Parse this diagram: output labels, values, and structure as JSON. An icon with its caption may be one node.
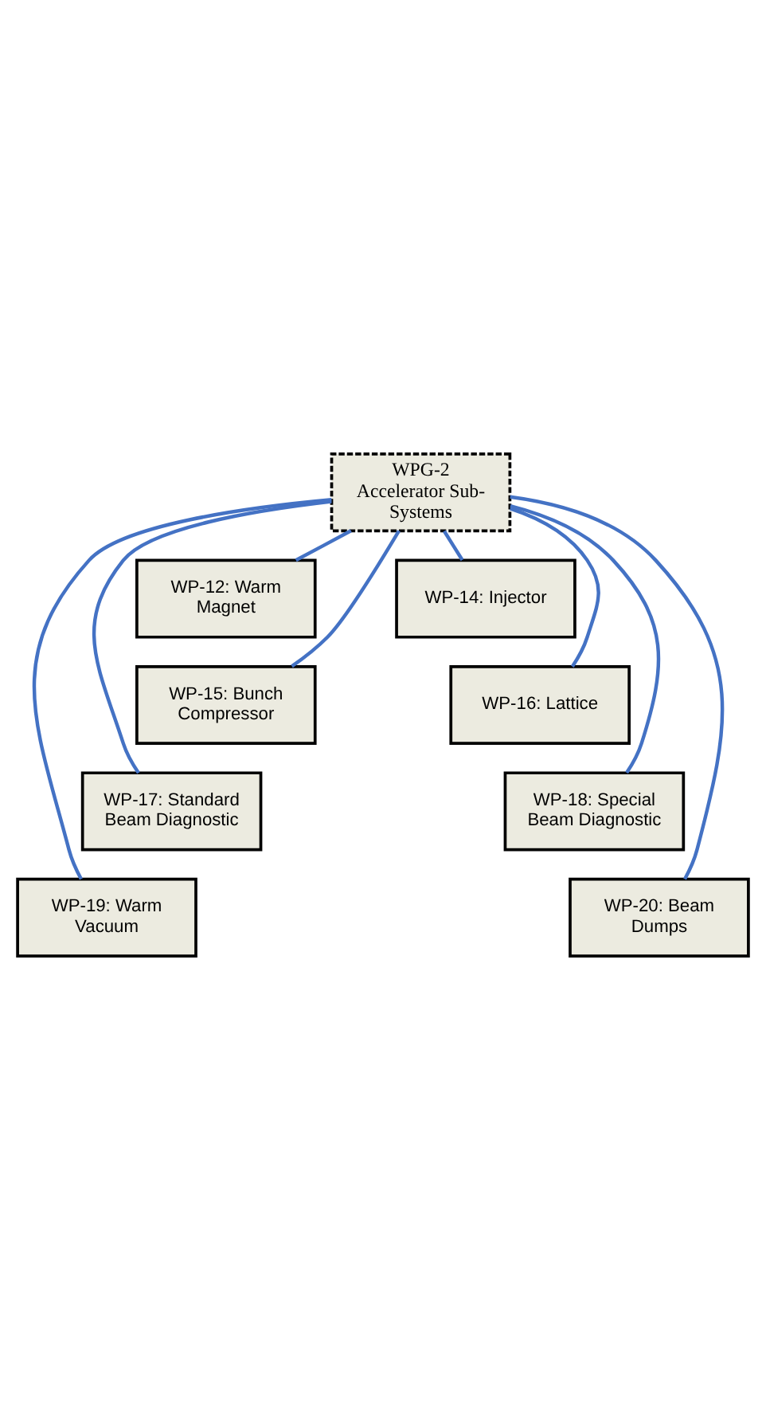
{
  "diagram": {
    "nodes": [
      {
        "text": [
          "WPG-2 Accelerator Sub-Systems"
        ]
      },
      {
        "text": [
          "WP-12: Warm Magnet"
        ]
      },
      {
        "text": [
          "WP-14: Injector"
        ]
      },
      {
        "text": [
          "WP-15: Bunch Compressor"
        ]
      },
      {
        "text": [
          "WP-16: Lattice"
        ]
      },
      {
        "text": [
          "WP-17: Standard Beam Diagnostic"
        ]
      },
      {
        "text": [
          "WP-18: Special Beam Diagnostic"
        ]
      },
      {
        "text": [
          "WP-19: Warm Vacuum"
        ]
      },
      {
        "text": [
          "WP-20: Beam Dumps"
        ]
      }
    ],
    "edges": [
      {
        "from": 0,
        "to": 1,
        "arrow": "none"
      },
      {
        "from": 0,
        "to": 2,
        "arrow": "none"
      },
      {
        "from": 0,
        "to": 3,
        "arrow": "none"
      },
      {
        "from": 0,
        "to": 4,
        "arrow": "none"
      },
      {
        "from": 0,
        "to": 5,
        "arrow": "none"
      },
      {
        "from": 0,
        "to": 6,
        "arrow": "none"
      },
      {
        "from": 0,
        "to": 7,
        "arrow": "none"
      },
      {
        "from": 0,
        "to": 8,
        "arrow": "none"
      }
    ]
  }
}
